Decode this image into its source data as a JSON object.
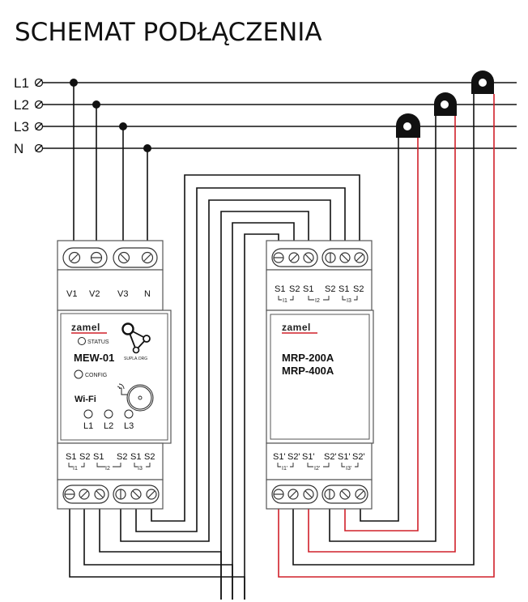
{
  "title": "SCHEMAT PODŁĄCZENIA",
  "bus_lines": [
    {
      "label": "L1"
    },
    {
      "label": "L2"
    },
    {
      "label": "L3"
    },
    {
      "label": "N"
    }
  ],
  "meter": {
    "brand": "zamel",
    "model": "MEW-01",
    "status_label": "STATUS",
    "config_label": "CONFIG",
    "wifi_label": "Wi-Fi",
    "supla_label": "SUPLA.ORG",
    "phase_leds": [
      "L1",
      "L2",
      "L3"
    ],
    "voltage_terminals": [
      "V1",
      "V2",
      "V3",
      "N"
    ],
    "current_terminals": [
      "S1",
      "S2",
      "S1",
      "S2",
      "S1",
      "S2"
    ],
    "current_groups": [
      "I1",
      "I2",
      "I3"
    ]
  },
  "relay": {
    "brand": "zamel",
    "models": [
      "MRP-200A",
      "MRP-400A"
    ],
    "input_terminals": [
      "S1",
      "S2",
      "S1",
      "S2",
      "S1",
      "S2"
    ],
    "input_groups": [
      "I1",
      "I2",
      "I3"
    ],
    "output_terminals": [
      "S1'",
      "S2'",
      "S1'",
      "S2'",
      "S1'",
      "S2'"
    ],
    "output_groups": [
      "I1'",
      "I2'",
      "I3'"
    ]
  },
  "colors": {
    "wire": "#111111",
    "ct_wire": "#d0202a",
    "brand_accent": "#d0202a"
  }
}
